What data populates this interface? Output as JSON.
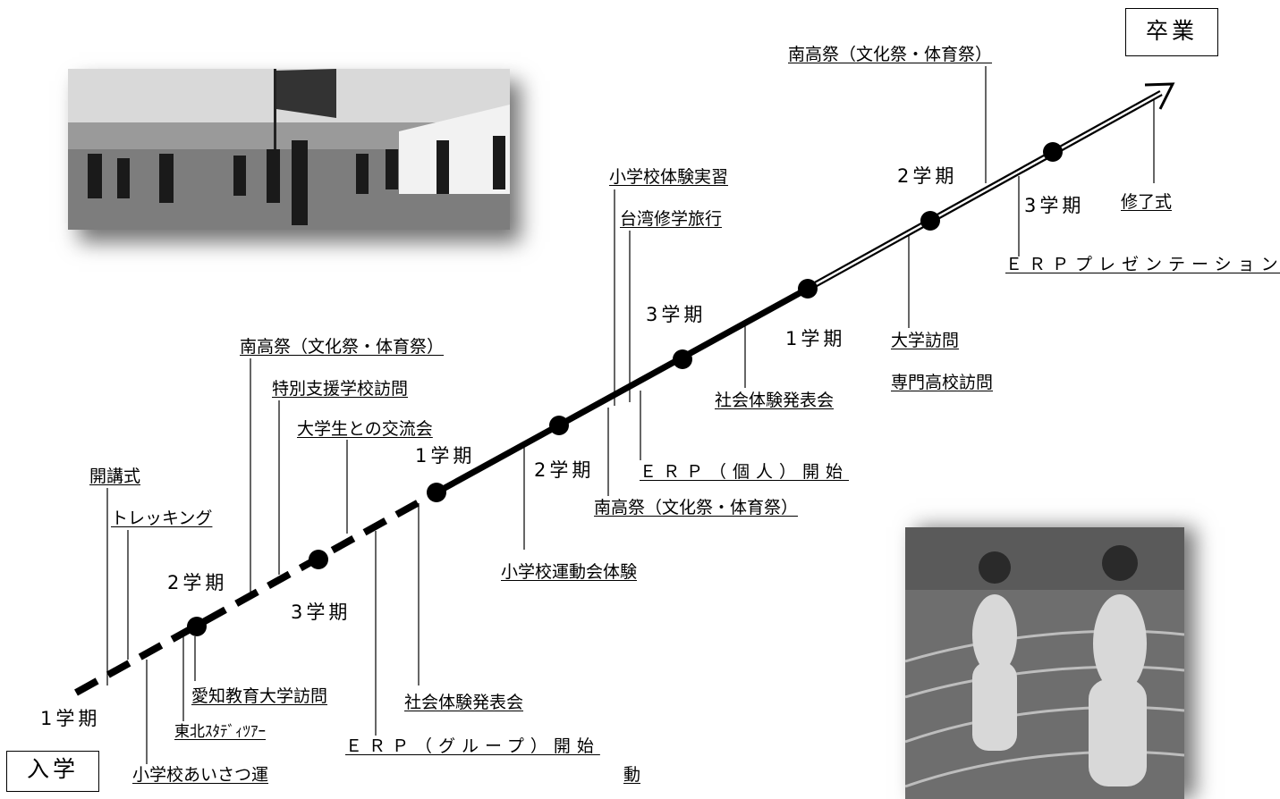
{
  "boxes": {
    "start": "入学",
    "end": "卒業"
  },
  "year1": {
    "terms": [
      "1学期",
      "2学期",
      "3学期"
    ],
    "events": {
      "opening": "開講式",
      "trekking": "トレッキング",
      "school_greeting": "小学校あいさつ運",
      "tohoku": "東北ｽﾀﾃﾞｨﾂｱｰ",
      "aichi_univ": "愛知教育大学訪問",
      "festival": "南高祭（文化祭・体育祭）",
      "special_school": "特別支援学校訪問",
      "univ_exchange": "大学生との交流会",
      "erp_group": "ＥＲＰ（グループ）開始"
    }
  },
  "year2": {
    "terms": [
      "1学期",
      "2学期",
      "3学期"
    ],
    "events": {
      "social_exp": "社会体験発表会",
      "sports_day": "小学校運動会体験",
      "festival": "南高祭（文化祭・体育祭）",
      "erp_individual": "ＥＲＰ（個人）開始",
      "dou": "動",
      "taiwan": "台湾修学旅行",
      "school_practice": "小学校体験実習"
    }
  },
  "year3": {
    "terms": [
      "1学期",
      "2学期",
      "3学期"
    ],
    "events": {
      "social_exp": "社会体験発表会",
      "univ_visit": "大学訪問",
      "tech_visit": "専門高校訪問",
      "festival": "南高祭（文化祭・体育祭）",
      "erp_presentation": "ＥＲＰプレゼンテーション",
      "completion": "修了式"
    }
  }
}
